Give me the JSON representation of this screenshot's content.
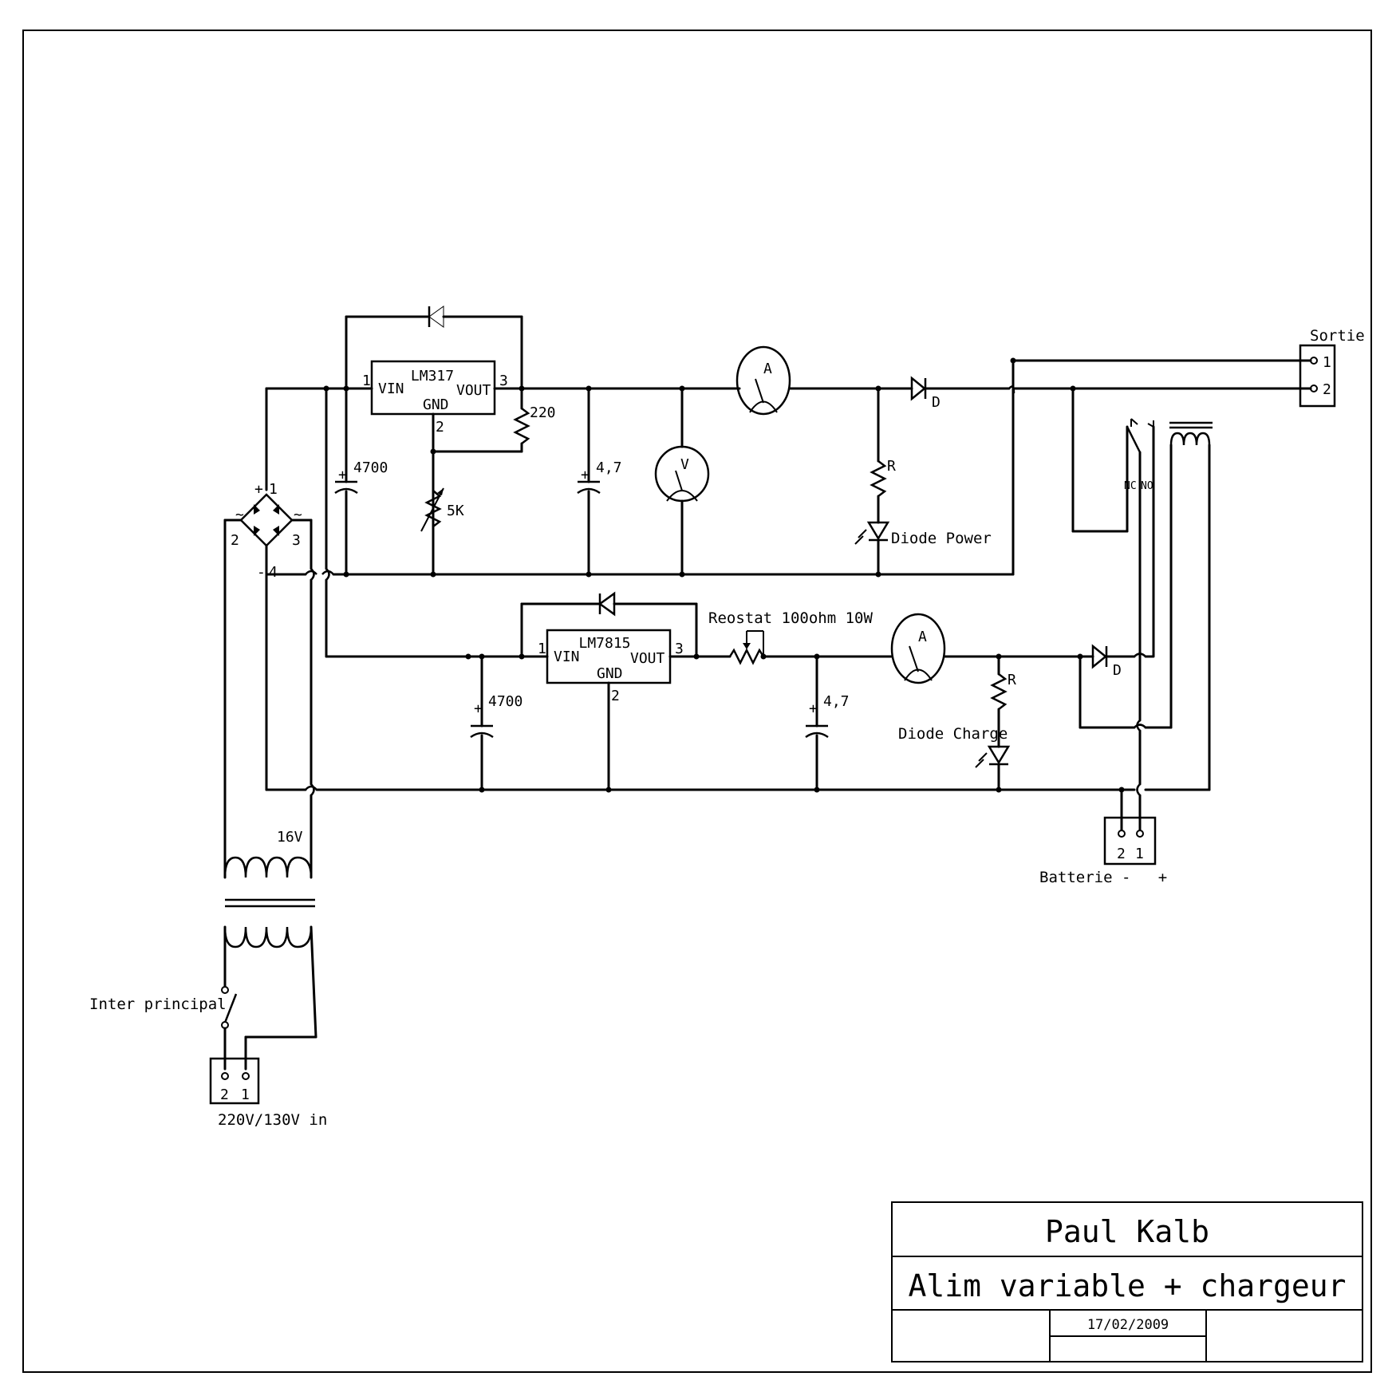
{
  "title_block": {
    "author": "Paul Kalb",
    "project": "Alim variable + chargeur",
    "date": "17/02/2009"
  },
  "regulators": {
    "u1": {
      "name": "LM317",
      "vin": "VIN",
      "vout": "VOUT",
      "gnd": "GND",
      "pin1": "1",
      "pin2": "2",
      "pin3": "3"
    },
    "u2": {
      "name": "LM7815",
      "vin": "VIN",
      "vout": "VOUT",
      "gnd": "GND",
      "pin1": "1",
      "pin2": "2",
      "pin3": "3"
    }
  },
  "components": {
    "r_220": "220",
    "pot_5k": "5K",
    "c_4700_top": "4700",
    "c_47_top": "4,7",
    "c_4700_bot": "4700",
    "c_47_bot": "4,7",
    "d_top": "D",
    "d_bot": "D",
    "r_top": "R",
    "r_bot": "R",
    "led_power": "Diode Power",
    "led_charge": "Diode Charge",
    "rheostat": "Reostat 100ohm 10W",
    "ammeter_top": "A",
    "ammeter_bot": "A",
    "voltmeter": "V",
    "transformer_secondary": "16V",
    "relay_nc": "NC",
    "relay_no": "NO"
  },
  "bridge": {
    "plus": "+",
    "minus": "-",
    "ac1": "~",
    "ac2": "~",
    "p1": "1",
    "p2": "2",
    "p3": "3",
    "p4": "4"
  },
  "connectors": {
    "sortie": {
      "label": "Sortie",
      "pin1": "1",
      "pin2": "2"
    },
    "batterie": {
      "label": "Batterie -   +",
      "pin2": "2",
      "pin1": "1"
    },
    "mains": {
      "label": "220V/130V in",
      "pin2": "2",
      "pin1": "1"
    }
  },
  "switch": {
    "label": "Inter principal"
  }
}
